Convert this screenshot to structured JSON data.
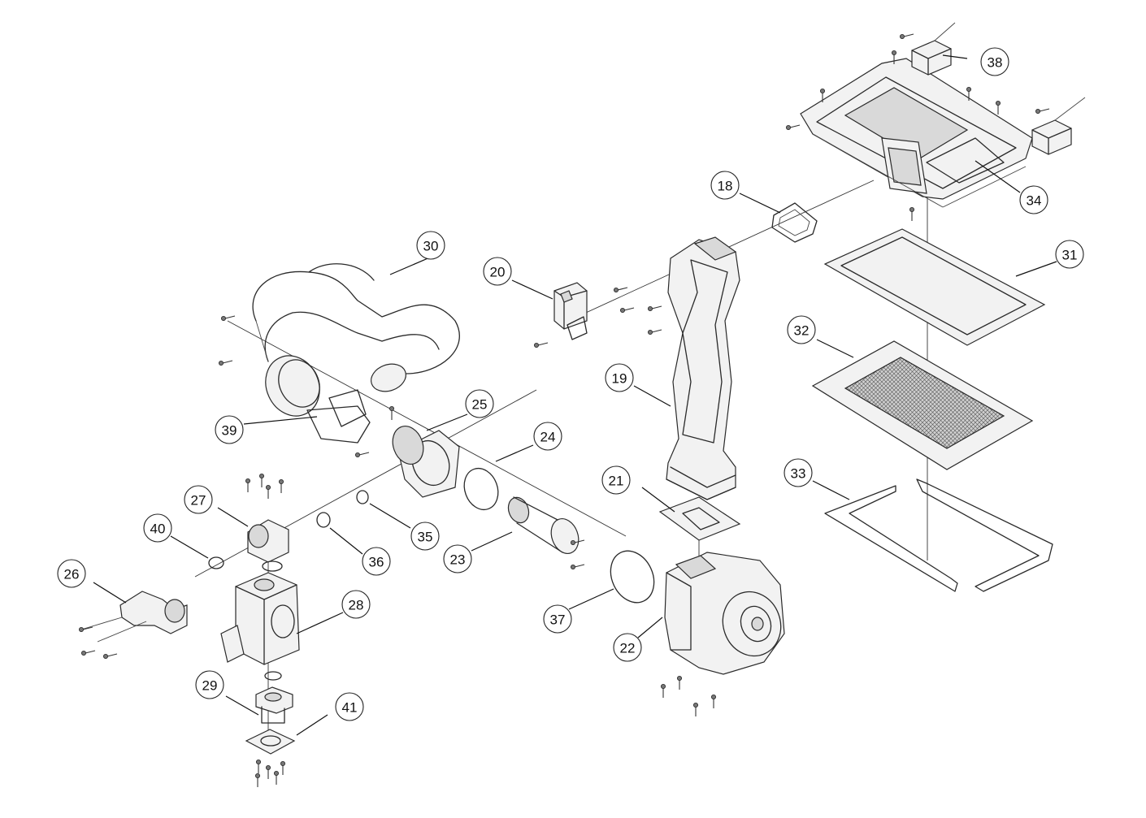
{
  "callouts": [
    {
      "label": "18",
      "part": "gasket-18"
    },
    {
      "label": "19",
      "part": "mixing-chamber-19"
    },
    {
      "label": "20",
      "part": "ignition-transformer-20"
    },
    {
      "label": "21",
      "part": "gasket-21"
    },
    {
      "label": "22",
      "part": "fan-22"
    },
    {
      "label": "23",
      "part": "venturi-pipe-23"
    },
    {
      "label": "24",
      "part": "o-ring-24"
    },
    {
      "label": "25",
      "part": "flange-25"
    },
    {
      "label": "26",
      "part": "gas-pipe-26"
    },
    {
      "label": "27",
      "part": "elbow-27"
    },
    {
      "label": "28",
      "part": "gas-valve-28"
    },
    {
      "label": "29",
      "part": "gas-inlet-29"
    },
    {
      "label": "30",
      "part": "air-hose-30"
    },
    {
      "label": "31",
      "part": "gasket-31"
    },
    {
      "label": "32",
      "part": "burner-mesh-32"
    },
    {
      "label": "33",
      "part": "gasket-33"
    },
    {
      "label": "34",
      "part": "burner-cover-34"
    },
    {
      "label": "35",
      "part": "washer-35"
    },
    {
      "label": "36",
      "part": "o-ring-36"
    },
    {
      "label": "37",
      "part": "o-ring-37"
    },
    {
      "label": "38",
      "part": "bracket-38"
    },
    {
      "label": "39",
      "part": "adapter-39"
    },
    {
      "label": "40",
      "part": "o-ring-40"
    },
    {
      "label": "41",
      "part": "gasket-41"
    }
  ]
}
